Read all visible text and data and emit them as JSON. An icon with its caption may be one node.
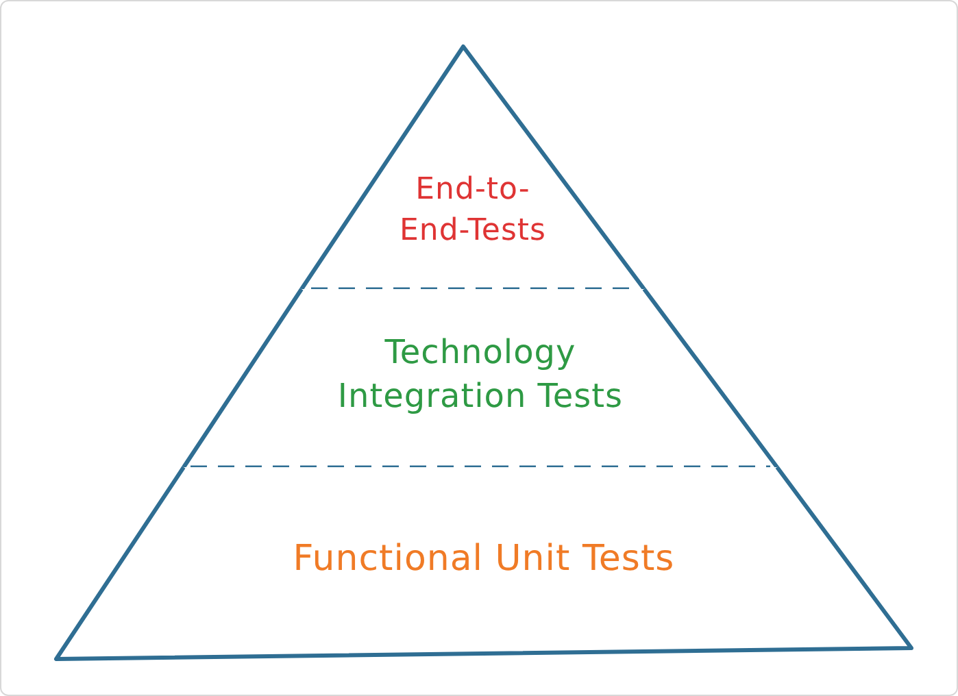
{
  "diagram": {
    "nodes": [
      {
        "text": [
          "End-to- End-Tests"
        ]
      },
      {
        "text": [
          "Technology Integration Tests"
        ]
      },
      {
        "text": [
          "Functional Unit Tests"
        ]
      }
    ]
  }
}
